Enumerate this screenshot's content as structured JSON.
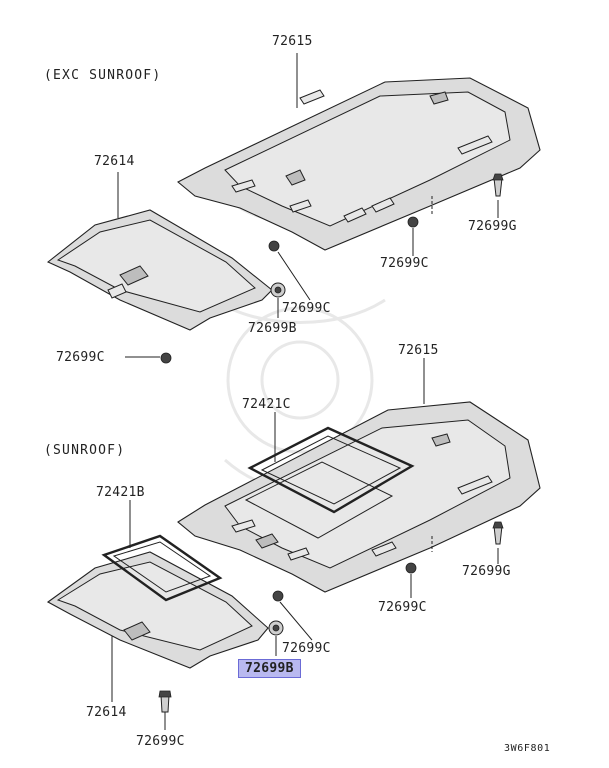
{
  "sections": {
    "exc_sunroof": "(EXC SUNROOF)",
    "sunroof": "(SUNROOF)"
  },
  "labels": {
    "top_headlining": "72615",
    "top_rear_trim": "72614",
    "top_clip_g": "72699G",
    "top_clip_c_right": "72699C",
    "top_clip_c_mid": "72699C",
    "top_clip_b": "72699B",
    "top_clip_c_left": "72699C",
    "bottom_headlining": "72615",
    "bottom_frame_c": "72421C",
    "bottom_frame_b": "72421B",
    "bottom_clip_g": "72699G",
    "bottom_clip_c_right": "72699C",
    "bottom_clip_c_mid": "72699C",
    "bottom_clip_b_selected": "72699B",
    "bottom_rear_trim": "72614",
    "bottom_clip_c_left": "72699C"
  },
  "diagram_code": "3W6F801",
  "colors": {
    "highlight_fill": "#b9b9f0",
    "highlight_border": "#6b6bd6",
    "line": "#222222"
  }
}
